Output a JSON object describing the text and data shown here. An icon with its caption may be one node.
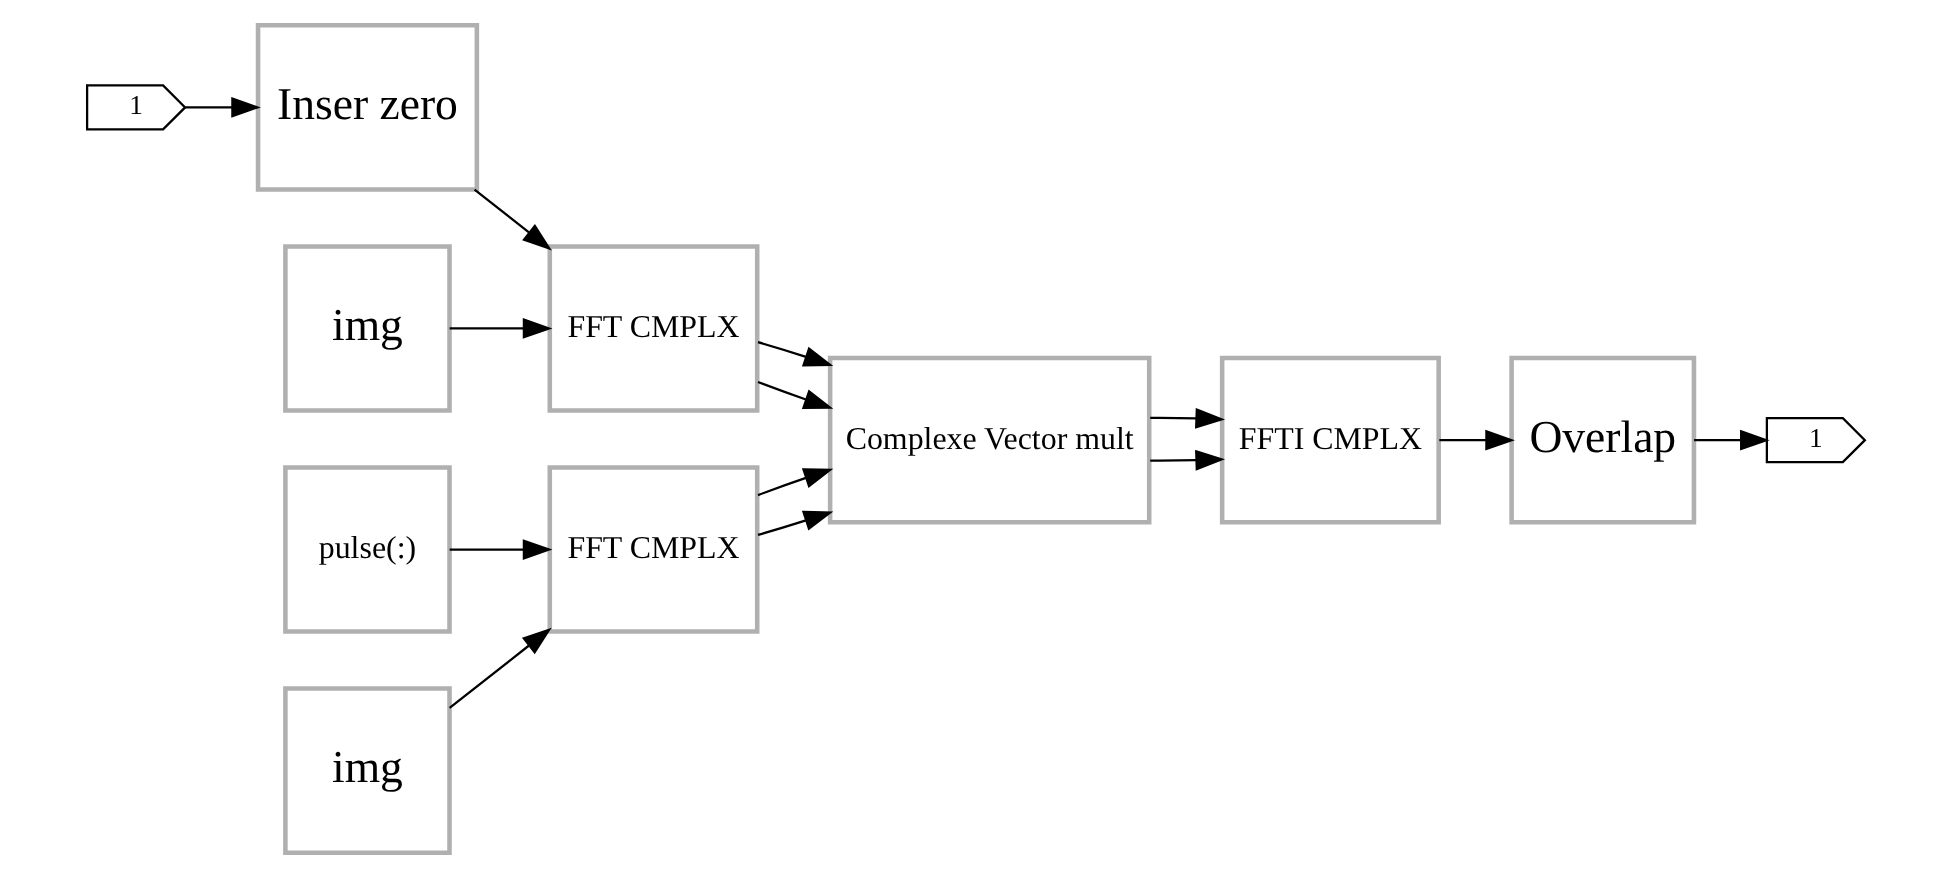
{
  "diagram": {
    "nodes": [
      {
        "text": [
          "1"
        ]
      },
      {
        "text": [
          "Inser zero"
        ]
      },
      {
        "text": [
          "img"
        ]
      },
      {
        "text": [
          "FFT CMPLX"
        ]
      },
      {
        "text": [
          "pulse(:)"
        ]
      },
      {
        "text": [
          "img"
        ]
      },
      {
        "text": [
          "FFT CMPLX"
        ]
      },
      {
        "text": [
          "Complexe Vector mult"
        ]
      },
      {
        "text": [
          "FFTI CMPLX"
        ]
      },
      {
        "text": [
          "Overlap"
        ]
      },
      {
        "text": [
          "1"
        ]
      }
    ],
    "edges": [
      {
        "from": 0,
        "to": 1,
        "arrow": "to"
      },
      {
        "from": 1,
        "to": 3,
        "arrow": "to"
      },
      {
        "from": 2,
        "to": 3,
        "arrow": "to"
      },
      {
        "from": 3,
        "to": 7,
        "arrow": "to"
      },
      {
        "from": 3,
        "to": 7,
        "arrow": "to"
      },
      {
        "from": 6,
        "to": 7,
        "arrow": "to"
      },
      {
        "from": 6,
        "to": 7,
        "arrow": "to"
      },
      {
        "from": 4,
        "to": 6,
        "arrow": "to"
      },
      {
        "from": 5,
        "to": 6,
        "arrow": "to"
      },
      {
        "from": 7,
        "to": 8,
        "arrow": "to"
      },
      {
        "from": 7,
        "to": 8,
        "arrow": "to"
      },
      {
        "from": 8,
        "to": 9,
        "arrow": "to"
      },
      {
        "from": 9,
        "to": 10,
        "arrow": "to"
      }
    ]
  }
}
